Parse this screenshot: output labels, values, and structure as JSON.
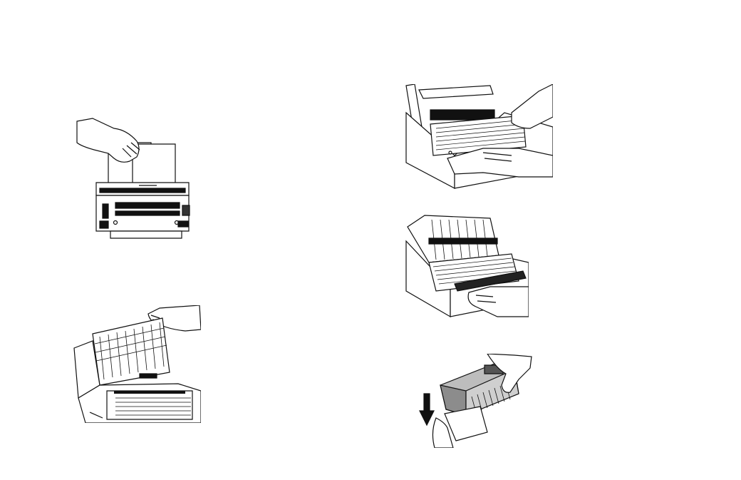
{
  "document": {
    "figures": [
      {
        "id": "rear-paper-feed",
        "icons": [
          "hand-icon",
          "printer-rear-icon",
          "paper-sheet-icon"
        ]
      },
      {
        "id": "lifting-cover",
        "icons": [
          "hand-icon",
          "printer-icon",
          "open-cover-icon"
        ]
      },
      {
        "id": "paper-tray-pull",
        "icons": [
          "hand-icon",
          "printer-icon",
          "tray-icon"
        ]
      },
      {
        "id": "printer-open-clearing",
        "icons": [
          "hand-icon",
          "printer-icon",
          "rollers-icon"
        ]
      },
      {
        "id": "cartridge-handling",
        "icons": [
          "hand-icon",
          "cartridge-icon",
          "arrow-down-icon"
        ]
      }
    ],
    "colors": {
      "ink": "#111111",
      "paper": "#ffffff",
      "shade": "#555555"
    }
  }
}
